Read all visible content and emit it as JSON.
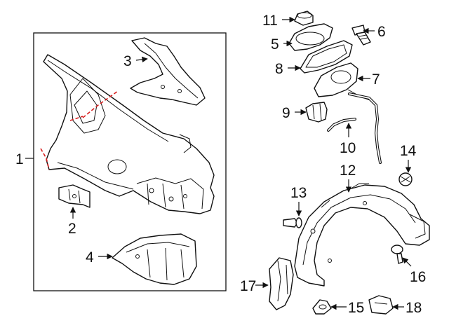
{
  "colors": {
    "line": "#111111",
    "cut_line": "#d81e1e",
    "background": "#ffffff"
  },
  "callouts": {
    "c1": "1",
    "c2": "2",
    "c3": "3",
    "c4": "4",
    "c5": "5",
    "c6": "6",
    "c7": "7",
    "c8": "8",
    "c9": "9",
    "c10": "10",
    "c11": "11",
    "c12": "12",
    "c13": "13",
    "c14": "14",
    "c15": "15",
    "c16": "16",
    "c17": "17",
    "c18": "18"
  }
}
